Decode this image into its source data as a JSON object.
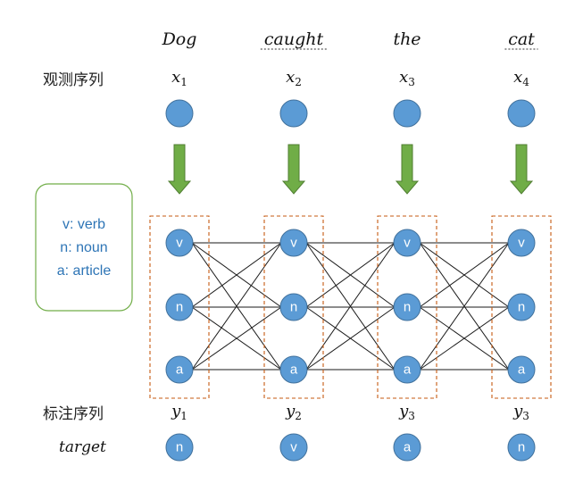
{
  "words": [
    {
      "text": "Dog",
      "dotted": false
    },
    {
      "text": "caught",
      "dotted": true
    },
    {
      "text": "the",
      "dotted": false
    },
    {
      "text": "cat",
      "dotted": true
    }
  ],
  "observation_label": "观测序列",
  "observation_vars": [
    {
      "base": "x",
      "sub": "1"
    },
    {
      "base": "x",
      "sub": "2"
    },
    {
      "base": "x",
      "sub": "3"
    },
    {
      "base": "x",
      "sub": "4"
    }
  ],
  "legend": [
    "v: verb",
    "n: noun",
    "a: article"
  ],
  "states": [
    "v",
    "n",
    "a"
  ],
  "label_seq_label": "标注序列",
  "label_vars": [
    {
      "base": "y",
      "sub": "1"
    },
    {
      "base": "y",
      "sub": "2"
    },
    {
      "base": "y",
      "sub": "3"
    },
    {
      "base": "y",
      "sub": "3"
    }
  ],
  "target_label": "target",
  "targets": [
    "n",
    "v",
    "a",
    "n"
  ],
  "colors": {
    "node_fill": "#5b9bd5",
    "node_stroke": "#41719c",
    "arrow": "#70ad47",
    "arrow_dark": "#507e32",
    "dashed_box": "#c55a11",
    "legend_border": "#70ad47",
    "legend_text": "#2e75b6",
    "edge": "#1a1a1a"
  }
}
